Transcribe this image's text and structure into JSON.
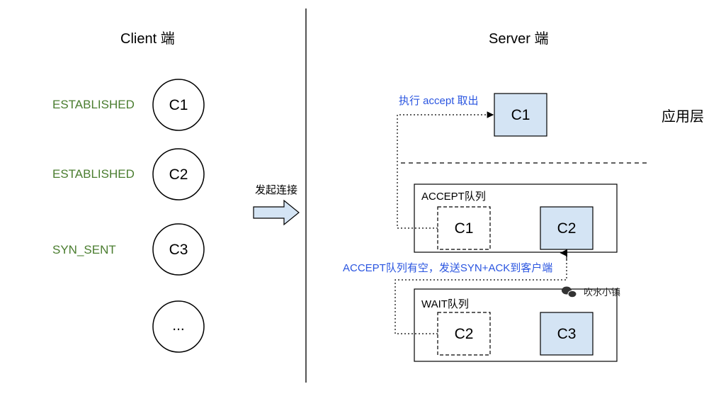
{
  "client": {
    "title": "Client 端",
    "rows": [
      {
        "state": "ESTABLISHED",
        "conn": "C1"
      },
      {
        "state": "ESTABLISHED",
        "conn": "C2"
      },
      {
        "state": "SYN_SENT",
        "conn": "C3"
      },
      {
        "state": "",
        "conn": "..."
      }
    ]
  },
  "arrow_label": "发起连接",
  "server": {
    "title": "Server 端",
    "app_layer_label": "应用层",
    "accept_note": "执行 accept 取出",
    "app_conn": "C1",
    "accept_queue": {
      "label": "ACCEPT队列",
      "items": [
        "C1",
        "C2"
      ]
    },
    "syn_ack_note": "ACCEPT队列有空，发送SYN+ACK到客户端",
    "wait_queue": {
      "label": "WAIT队列",
      "items": [
        "C2",
        "C3"
      ]
    }
  },
  "watermark": "吹水小镇",
  "colors": {
    "fill_blue": "#d4e4f4",
    "state_green": "#4a7d2f",
    "note_blue": "#2a55e0"
  }
}
